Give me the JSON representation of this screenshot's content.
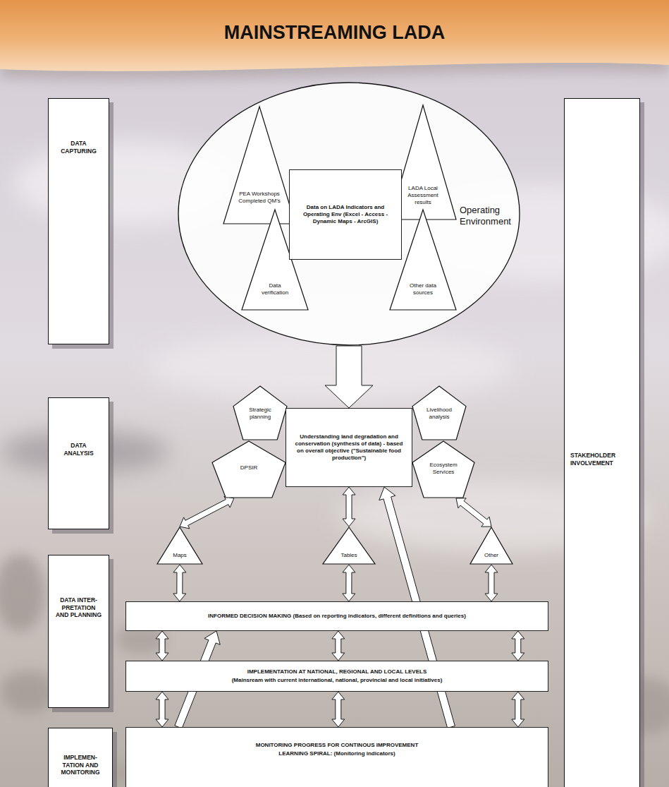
{
  "diagram": {
    "title": "MAINSTREAMING LADA",
    "nodes": [
      {
        "text": [
          "DATA CAPTURING"
        ]
      },
      {
        "text": [
          "Operating Environment"
        ]
      },
      {
        "text": [
          "PEA Workshops Completed QM's"
        ],
        "in": 1
      },
      {
        "text": [
          "LADA Local Assessment results"
        ],
        "in": 1
      },
      {
        "text": [
          "Data on LADA Indicators and Operating Env (Excel - Access - Dynamic Maps - ArcGIS)"
        ],
        "in": 1
      },
      {
        "text": [
          "Data verification"
        ],
        "in": 1
      },
      {
        "text": [
          "Other data sources"
        ],
        "in": 1
      },
      {
        "text": [
          "STAKEHOLDER INVOLVEMENT"
        ]
      },
      {
        "text": [
          "DATA ANALYSIS"
        ]
      },
      {
        "text": [
          "Strategic planning"
        ]
      },
      {
        "text": [
          "Livelihood analysis"
        ]
      },
      {
        "text": [
          "Understanding land degradation and conservation (synthesis of data) - based on overall objective (\"Sustainable food production\")"
        ]
      },
      {
        "text": [
          "DPSIR"
        ]
      },
      {
        "text": [
          "Ecosystem Services"
        ]
      },
      {
        "text": [
          "DATA INTER- PRETATION AND PLANNING"
        ]
      },
      {
        "text": [
          "Maps"
        ]
      },
      {
        "text": [
          "Tables"
        ]
      },
      {
        "text": [
          "Other"
        ]
      },
      {
        "text": [
          "INFORMED DECISION MAKING (Based on reporting indicators, different definitions and queries)"
        ]
      },
      {
        "text": [
          "IMPLEMEN- TATION AND MONITORING"
        ]
      },
      {
        "text": [
          "IMPLEMENTATION AT NATIONAL, REGIONAL AND LOCAL LEVELS",
          "(Mainsream with current international, national, provincial and local initiatives)"
        ]
      },
      {
        "text": [
          "MONITORING PROGRESS FOR CONTINOUS IMPROVEMENT",
          "LEARNING SPIRAL: (Monitoring indicators)"
        ]
      }
    ],
    "edges": [
      {
        "from": 1,
        "to": 11,
        "arrow": "to"
      },
      {
        "from": 12,
        "to": 15,
        "arrow": "both"
      },
      {
        "from": 11,
        "to": 16,
        "arrow": "both"
      },
      {
        "from": 13,
        "to": 17,
        "arrow": "both"
      },
      {
        "from": 15,
        "to": 18,
        "arrow": "both"
      },
      {
        "from": 16,
        "to": 18,
        "arrow": "both"
      },
      {
        "from": 17,
        "to": 18,
        "arrow": "both"
      },
      {
        "from": 18,
        "to": 20,
        "arrow": "both"
      },
      {
        "from": 18,
        "to": 20,
        "arrow": "both"
      },
      {
        "from": 18,
        "to": 20,
        "arrow": "both"
      },
      {
        "from": 20,
        "to": 21,
        "arrow": "both"
      },
      {
        "from": 20,
        "to": 21,
        "arrow": "both"
      },
      {
        "from": 20,
        "to": 21,
        "arrow": "both"
      },
      {
        "from": 21,
        "to": 18,
        "arrow": "to"
      },
      {
        "from": 21,
        "to": 11,
        "arrow": "to"
      }
    ]
  }
}
